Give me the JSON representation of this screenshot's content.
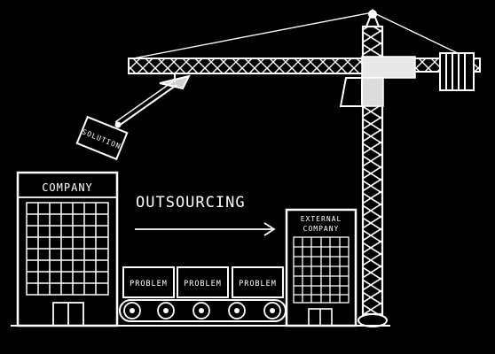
{
  "diagram": {
    "company_label": "COMPANY",
    "outsourcing_label": "OUTSOURCING",
    "external_company_line1": "EXTERNAL",
    "external_company_line2": "COMPANY",
    "solution_label": "SOLUTION",
    "problem_labels": [
      "PROBLEM",
      "PROBLEM",
      "PROBLEM"
    ]
  },
  "colors": {
    "background": "#000000",
    "chalk": "#ffffff"
  }
}
